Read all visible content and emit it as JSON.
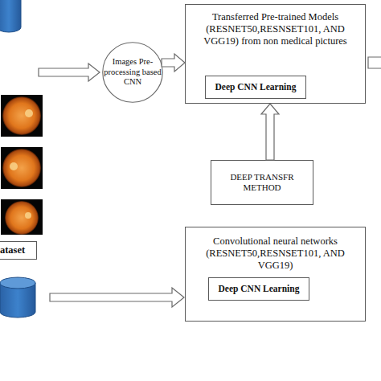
{
  "diagram": {
    "nodes": [
      {
        "text": [
          "Transferred Pre-trained Models (RESNET50,RESNSET101, AND VGG19) from non medical pictures"
        ]
      },
      {
        "text": [
          "Deep CNN Learning"
        ],
        "in": 0
      },
      {
        "text": [
          "Images Pre-processing based CNN"
        ]
      },
      {
        "text": [
          "DEEP TRANSFR METHOD"
        ]
      },
      {
        "text": [
          "Convolutional neural networks (RESNET50,RESNSET101, AND VGG19)"
        ]
      },
      {
        "text": [
          "Deep CNN Learning"
        ],
        "in": 4
      },
      {
        "text": [
          "ataset"
        ]
      }
    ],
    "edges": [
      {
        "from": 2,
        "to": 0,
        "arrow": "to"
      },
      {
        "from": 3,
        "to": 0,
        "arrow": "to"
      }
    ]
  }
}
